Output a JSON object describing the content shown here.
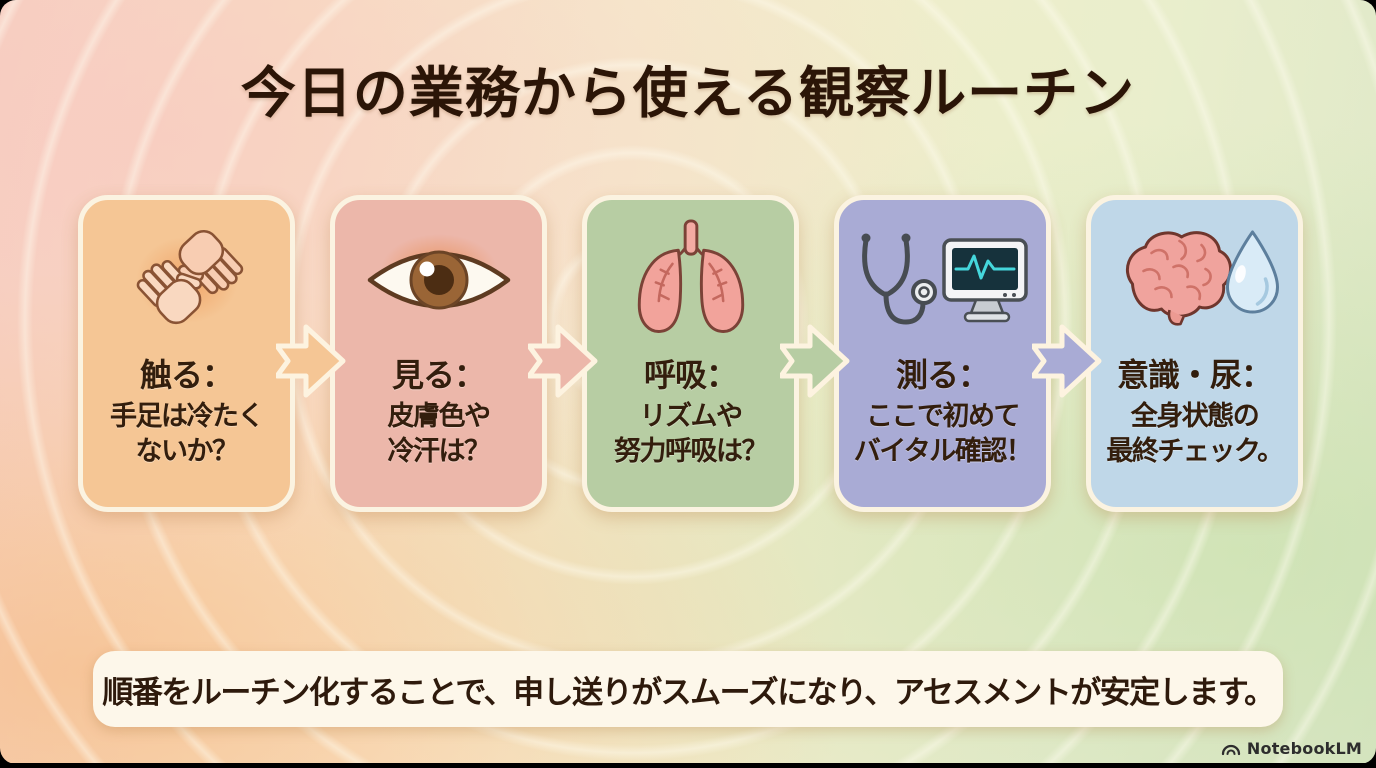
{
  "title": "今日の業務から使える観察ルーチン",
  "steps": [
    {
      "heading": "触る：",
      "line1": "手足は冷たく",
      "line2": "ないか？",
      "icon": "touching-hands-icon",
      "color": "#f5c695"
    },
    {
      "heading": "見る：",
      "line1": "皮膚色や",
      "line2": "冷汗は？",
      "icon": "eye-icon",
      "color": "#ecb7aa"
    },
    {
      "heading": "呼吸：",
      "line1": "リズムや",
      "line2": "努力呼吸は？",
      "icon": "lungs-icon",
      "color": "#b7cda3"
    },
    {
      "heading": "測る：",
      "line1": "ここで初めて",
      "line2": "バイタル確認！",
      "icon": "stethoscope-monitor-icon",
      "color": "#a9abd5"
    },
    {
      "heading": "意識・尿：",
      "line1": "全身状態の",
      "line2": "最終チェック。",
      "icon": "brain-water-drop-icon",
      "color": "#bfd7e8"
    }
  ],
  "footer": {
    "text": "順番をルーチン化することで、申し送りがスムーズになり、アセスメントが安定します。"
  },
  "watermark": {
    "label": "NotebookLM",
    "icon": "notebooklm-logo-icon"
  },
  "colors": {
    "title_text": "#2b1507",
    "card_text": "#331e0d",
    "card_border": "#fbf3e1",
    "banner_bg": "#fdf7ea",
    "bottom_bar": "#000000"
  }
}
